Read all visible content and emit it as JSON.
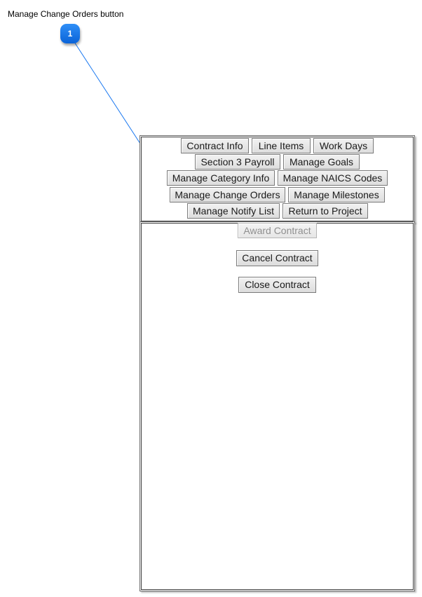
{
  "callout": {
    "caption": "Manage Change Orders button",
    "number": "1",
    "accent_color": "#1a78f0"
  },
  "top_panel": {
    "row1": [
      "Contract Info",
      "Line Items",
      "Work Days"
    ],
    "row2": [
      "Section 3 Payroll",
      "Manage Goals"
    ],
    "row3": [
      "Manage Category Info",
      "Manage NAICS Codes"
    ],
    "row4": [
      "Manage Change Orders",
      "Manage Milestones"
    ],
    "row5": [
      "Manage Notify List",
      "Return to Project"
    ]
  },
  "actions": {
    "award": "Award Contract",
    "award_disabled": true,
    "cancel": "Cancel Contract",
    "close": "Close Contract"
  }
}
